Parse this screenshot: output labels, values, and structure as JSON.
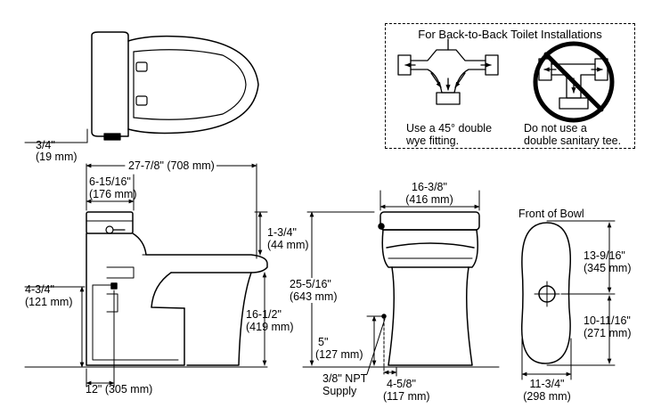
{
  "inset": {
    "title": "For Back-to-Back Toilet Installations",
    "good_caption_line1": "Use a 45° double",
    "good_caption_line2": "wye fitting.",
    "bad_caption_line1": "Do not use a",
    "bad_caption_line2": "double sanitary tee."
  },
  "side_view": {
    "top_gap_in": "3/4\"",
    "top_gap_mm": "(19 mm)",
    "length": "27-7/8\" (708 mm)",
    "tank_depth_in": "6-15/16\"",
    "tank_depth_mm": "(176 mm)",
    "seat_rise_in": "1-3/4\"",
    "seat_rise_mm": "(44 mm)",
    "supply_offset_in": "4-3/4\"",
    "supply_offset_mm": "(121 mm)",
    "rim_height_in": "16-1/2\"",
    "rim_height_mm": "(419 mm)",
    "rough_in": "12\" (305 mm)"
  },
  "front_view": {
    "width_in": "16-3/8\"",
    "width_mm": "(416 mm)",
    "overall_height_in": "25-5/16\"",
    "overall_height_mm": "(643 mm)",
    "supply_height_in": "5\"",
    "supply_height_mm": "(127 mm)",
    "supply_label_line1": "3/8\" NPT",
    "supply_label_line2": "Supply",
    "supply_side_in": "4-5/8\"",
    "supply_side_mm": "(117 mm)"
  },
  "bowl_view": {
    "title": "Front of Bowl",
    "front_to_outlet_in": "13-9/16\"",
    "front_to_outlet_mm": "(345 mm)",
    "outlet_to_rear_in": "10-11/16\"",
    "outlet_to_rear_mm": "(271 mm)",
    "width_in": "11-3/4\"",
    "width_mm": "(298 mm)"
  }
}
